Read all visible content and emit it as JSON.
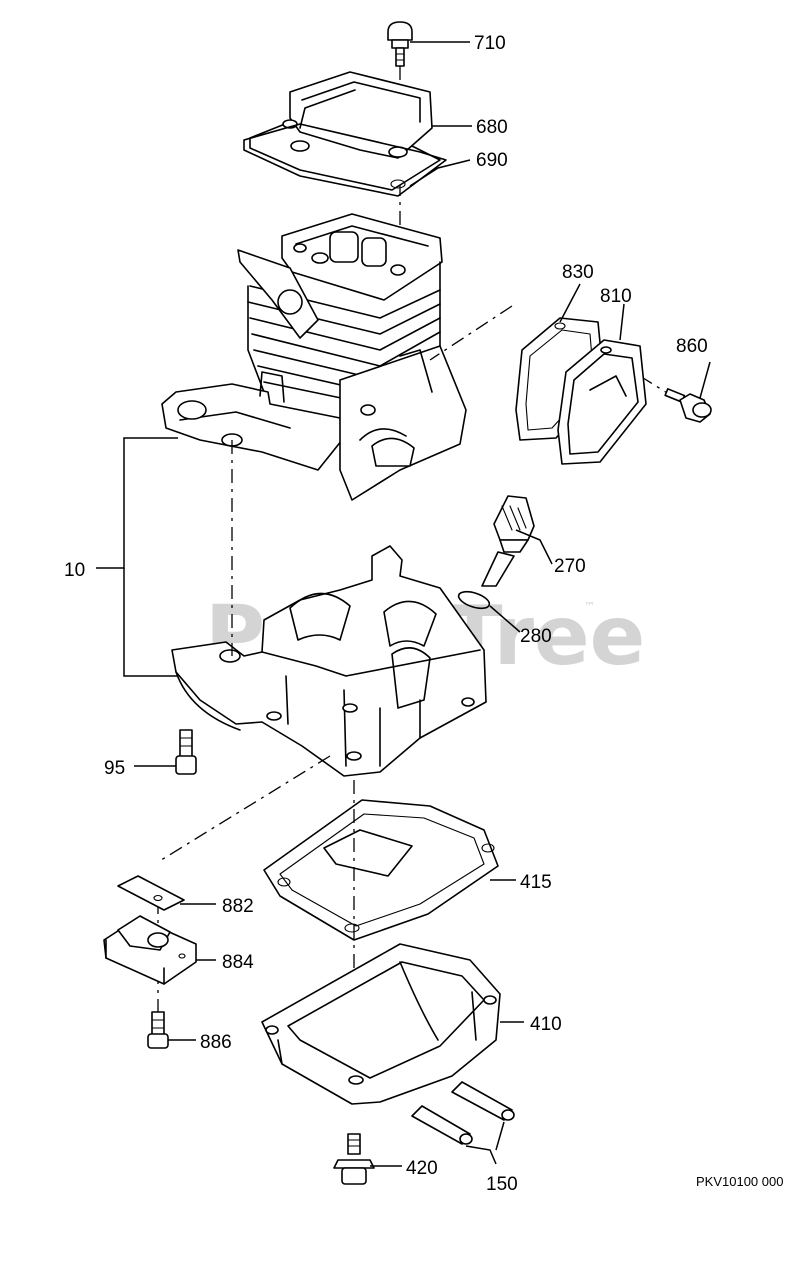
{
  "watermark": {
    "text": "PartsTree",
    "tm": "™"
  },
  "drawing_code": "PKV10100 000",
  "callouts": {
    "c710": "710",
    "c680": "680",
    "c690": "690",
    "c830": "830",
    "c810": "810",
    "c860": "860",
    "c270": "270",
    "c280": "280",
    "c10": "10",
    "c95": "95",
    "c415": "415",
    "c882": "882",
    "c884": "884",
    "c410": "410",
    "c886": "886",
    "c420": "420",
    "c150": "150"
  }
}
